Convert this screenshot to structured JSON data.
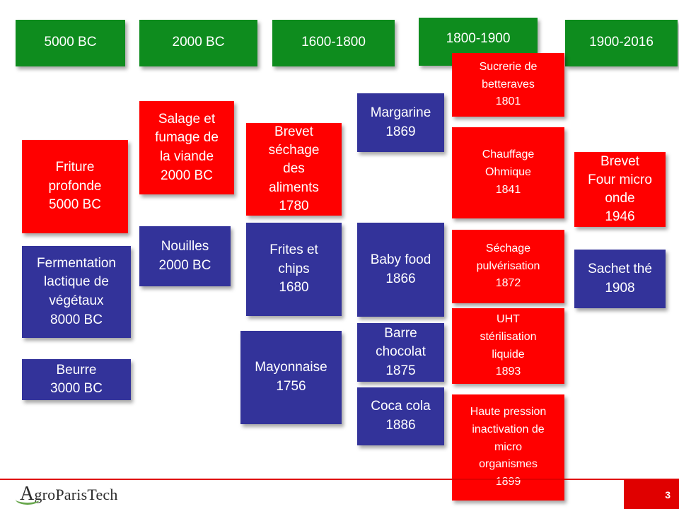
{
  "colors": {
    "header_green": "#0e8c1e",
    "box_red": "#ff0000",
    "box_blue": "#33339a",
    "footer_red": "#e00000"
  },
  "headers": [
    "5000 BC",
    "2000 BC",
    "1600-1800",
    "1800-1900",
    "1900-2016"
  ],
  "col1": {
    "friture": "Friture\nprofonde\n5000 BC",
    "fermentation": "Fermentation\nlactique de\nvégétaux\n8000 BC",
    "beurre": "Beurre\n3000 BC"
  },
  "col2": {
    "salage": "Salage et\nfumage de\nla viande\n2000 BC",
    "nouilles": "Nouilles\n2000 BC"
  },
  "col3": {
    "brevet_sechage": "Brevet\nséchage\ndes\naliments\n1780",
    "frites": "Frites et\nchips\n1680",
    "mayonnaise": "Mayonnaise\n1756"
  },
  "col4": {
    "margarine": "Margarine\n1869",
    "baby_food": "Baby food\n1866",
    "barre": "Barre\nchocolat\n1875",
    "coca": "Coca cola\n1886"
  },
  "col5": {
    "sucrerie": "Sucrerie de\nbetteraves\n1801",
    "chauffage": "Chauffage\nOhmique\n1841",
    "sechage_pulv": "Séchage\npulvérisation\n1872",
    "uht": "UHT\nstérilisation\nliquide\n1893",
    "haute_pression": "Haute pression\ninactivation de\nmicro\norganismes\n1899"
  },
  "col6": {
    "four": "Brevet\nFour micro\nonde\n1946",
    "sachet": "Sachet thé\n1908"
  },
  "footer": {
    "logo_a": "A",
    "logo_rest1": "gro",
    "logo_paris": "Paris",
    "logo_tech": "Tech",
    "page_number": "3"
  }
}
